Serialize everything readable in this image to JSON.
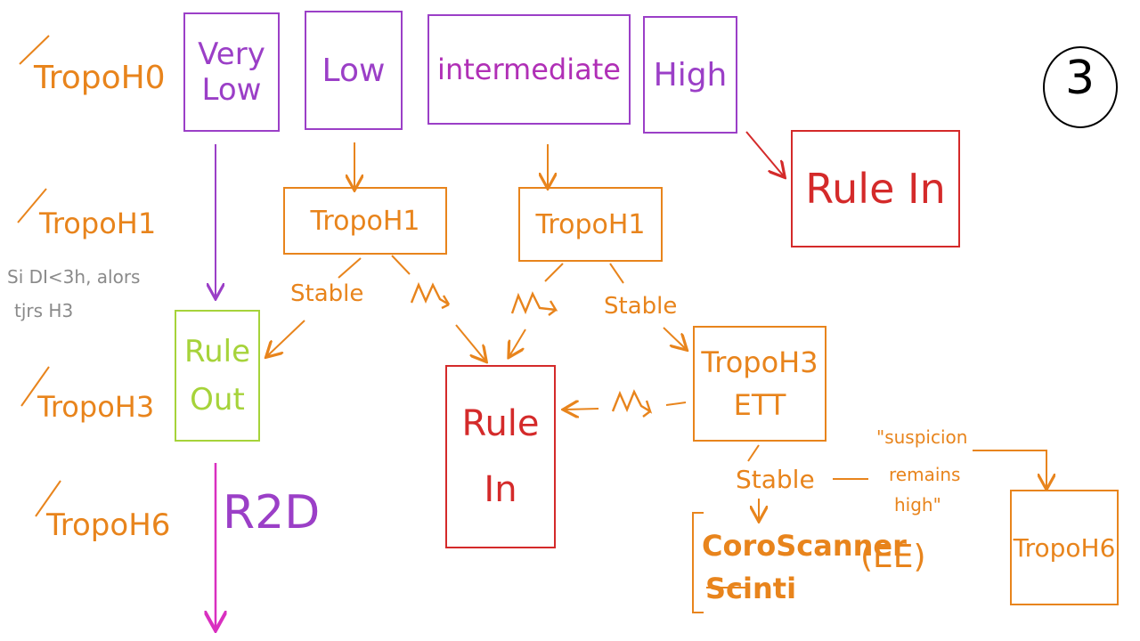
{
  "colors": {
    "orange": "#e8841c",
    "purple": "#9b3fc7",
    "red": "#d42a2a",
    "green": "#a6d33a",
    "gray": "#8a8a8a",
    "magenta": "#d92fc0",
    "black": "#000000"
  },
  "page_number": "3",
  "rows": {
    "h0": "TropoH0",
    "h1": "TropoH1",
    "h3": "TropoH3",
    "h6": "TropoH6"
  },
  "side_note": {
    "line1": "Si DI<3h, alors",
    "line2": "tjrs H3"
  },
  "levels": {
    "very_low_1": "Very",
    "very_low_2": "Low",
    "low": "Low",
    "intermediate": "intermediate",
    "high": "High"
  },
  "nodes": {
    "rule_in_top": "Rule In",
    "tropo_h1_a": "TropoH1",
    "tropo_h1_b": "TropoH1",
    "rule_out_1": "Rule",
    "rule_out_2": "Out",
    "rule_in_center_1": "Rule",
    "rule_in_center_2": "In",
    "tropo_h3_ett_1": "TropoH3",
    "tropo_h3_ett_2": "ETT",
    "r2d": "R2D",
    "coroscanner_1": "CoroScanner",
    "coroscanner_2": "Scinti",
    "ee": "(EE)",
    "tropo_h6_right": "TropoH6"
  },
  "edges": {
    "stable_left": "Stable",
    "stable_mid": "Stable",
    "stable_bottom": "Stable",
    "suspicion_1": "\"suspicion",
    "suspicion_2": "remains",
    "suspicion_3": "high\""
  }
}
